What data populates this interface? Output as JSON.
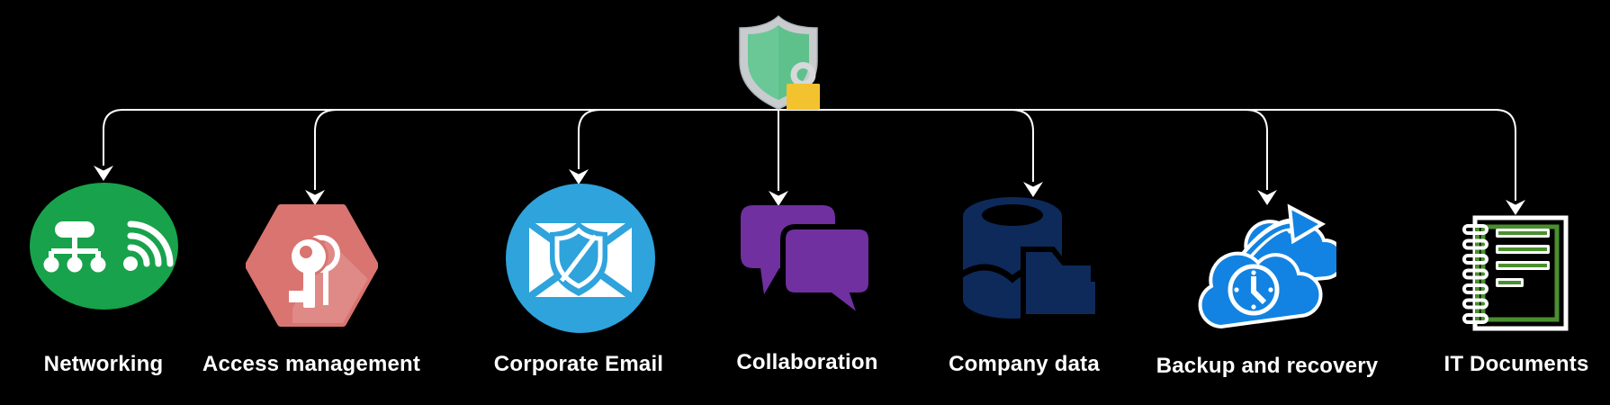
{
  "diagram": {
    "type": "tree",
    "root": {
      "icon": "security-shield-lock-icon",
      "label": ""
    },
    "items": [
      {
        "label": "Networking",
        "icon": "networking-icon",
        "color": "#18A24B"
      },
      {
        "label": "Access management",
        "icon": "access-management-key-icon",
        "color": "#D97470"
      },
      {
        "label": "Corporate Email",
        "icon": "corporate-email-icon",
        "color": "#2FA3DC"
      },
      {
        "label": "Collaboration",
        "icon": "collaboration-chat-icon",
        "color": "#7030A0"
      },
      {
        "label": "Company data",
        "icon": "company-data-database-icon",
        "color": "#0D2A5A"
      },
      {
        "label": "Backup and recovery",
        "icon": "backup-recovery-cloud-icon",
        "color": "#1283E2"
      },
      {
        "label": "IT Documents",
        "icon": "it-documents-notebook-icon",
        "color": "#4A8F2F"
      }
    ],
    "colors": {
      "background": "#000000",
      "connector": "#FFFFFF",
      "label_text": "#FFFFFF",
      "shield_border": "#C8CCCF",
      "shield_fill": "#5EC18C",
      "padlock": "#F3C32F"
    }
  }
}
